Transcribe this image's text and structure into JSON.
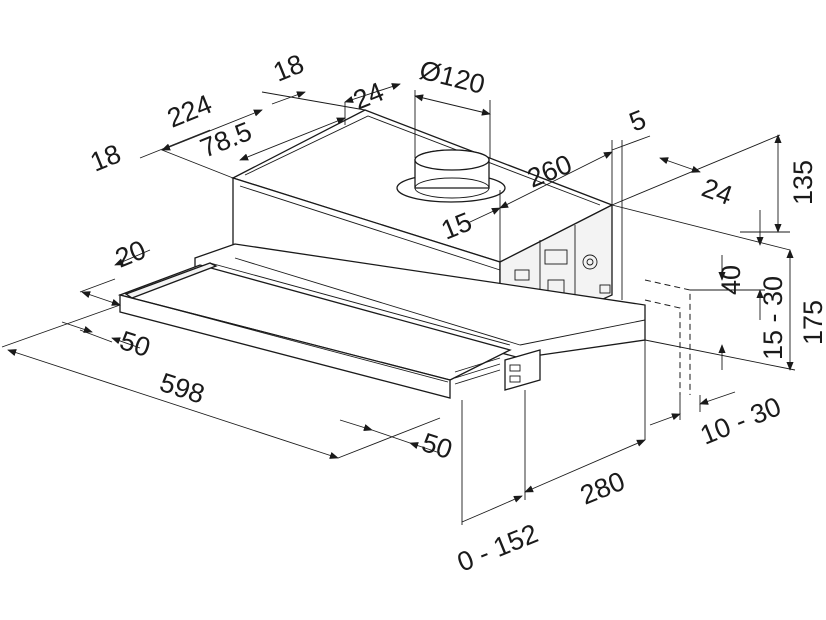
{
  "diagram": {
    "colors": {
      "line": "#1a1a1a",
      "background": "#ffffff"
    },
    "dimensions": {
      "width_598": "598",
      "side_50_left": "50",
      "side_50_right": "50",
      "depth_18_left": "18",
      "depth_224": "224",
      "depth_18_top": "18",
      "depth_78_5": "78.5",
      "offset_24_top": "24",
      "duct_diameter": "Ø120",
      "offset_15": "15",
      "depth_260": "260",
      "offset_5": "5",
      "offset_24_right": "24",
      "height_135": "135",
      "front_20": "20",
      "height_40": "40",
      "range_15_30": "15 - 30",
      "height_175": "175",
      "range_10_30": "10 - 30",
      "depth_280": "280",
      "range_0_152": "0 - 152"
    }
  }
}
